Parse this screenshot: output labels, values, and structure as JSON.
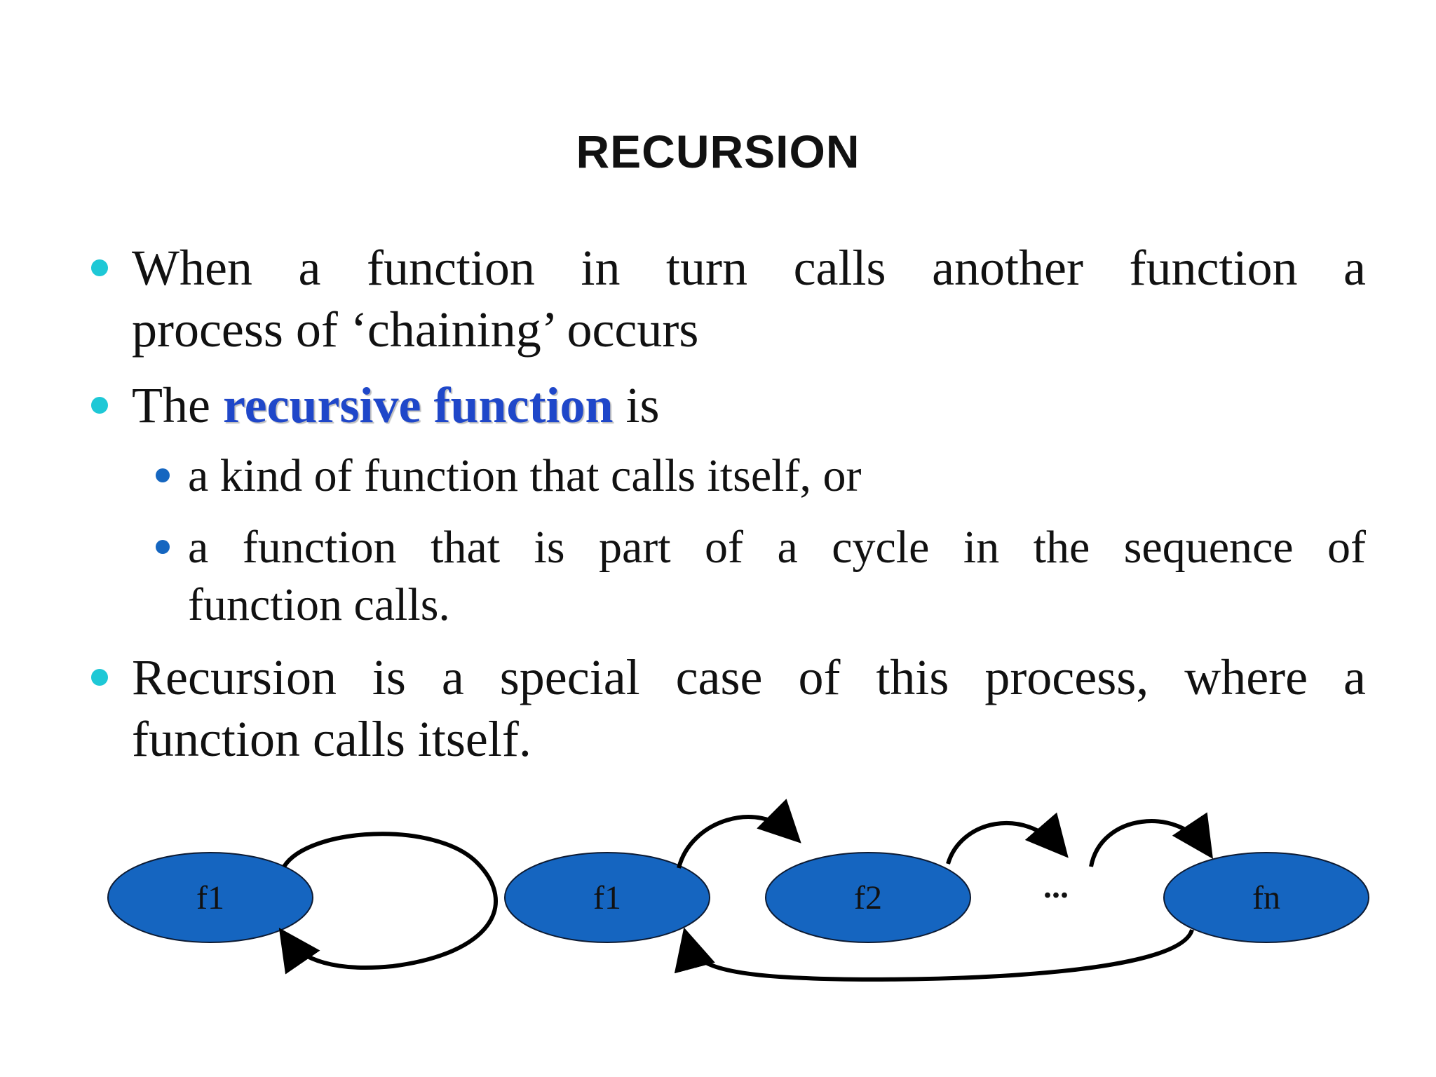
{
  "title": "RECURSION",
  "bullets": [
    {
      "line1": "When a function in turn calls another function a",
      "line2": "process of ‘chaining’ occurs"
    },
    {
      "prefix": "The ",
      "highlight": "recursive function",
      "suffix": " is"
    },
    {
      "line1": "Recursion is a special case of this process, where a",
      "line2": "function calls itself."
    }
  ],
  "sub_bullets": [
    {
      "text": "a kind of function that calls itself, or"
    },
    {
      "line1": "a function that is part of a cycle in the sequence of",
      "line2": "function calls."
    }
  ],
  "diagram": {
    "left_node": "f1",
    "chain_nodes": [
      "f1",
      "f2",
      "fn"
    ],
    "ellipsis": "...",
    "colors": {
      "node_fill": "#1565c0",
      "node_stroke": "#0d1b33",
      "arrow": "#000000"
    }
  },
  "colors": {
    "bullet_main": "#1ec8d6",
    "bullet_sub": "#1566c0",
    "highlight": "#1f47c9"
  }
}
